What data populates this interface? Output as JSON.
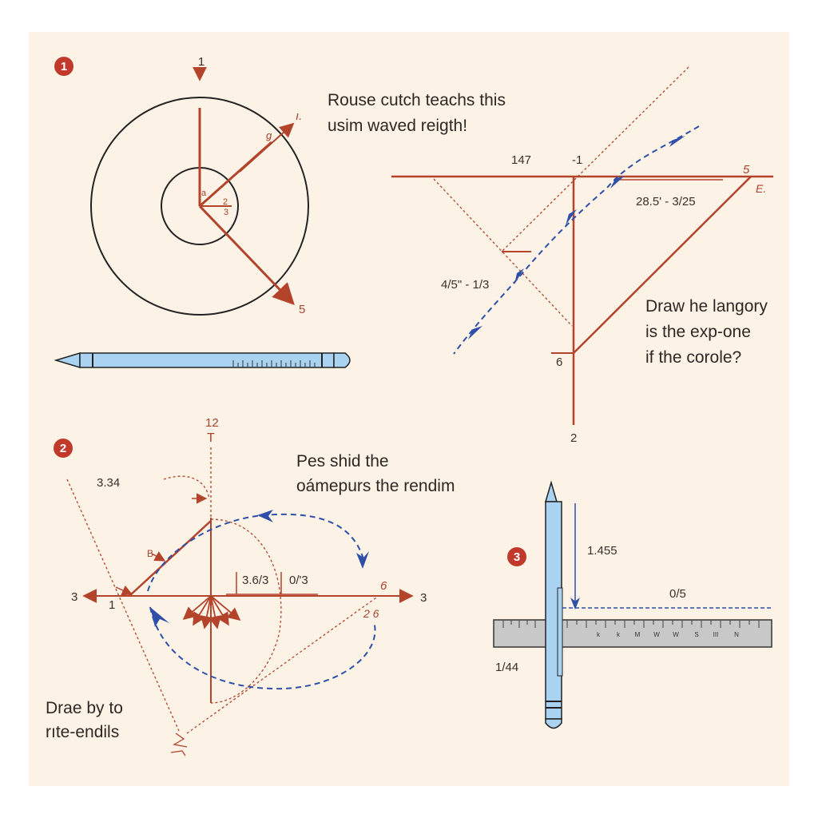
{
  "panels": {
    "p1": {
      "badge": "1",
      "caption": [
        "Rouse cutch teachs this",
        "usim waved reigth!"
      ],
      "labels": {
        "top": "1",
        "arrow_tip": "ı.",
        "mid": "g",
        "inner_a": "a",
        "inner_b": "2",
        "inner_c": "3",
        "bottom": "5"
      }
    },
    "p1b": {
      "labels": {
        "l147": "147",
        "lm1": "-1",
        "l5": "5",
        "lE": "E.",
        "frac": "28.5' - 3/25",
        "left": "4/5\" - 1/3",
        "l6": "6",
        "l2": "2"
      },
      "caption": [
        "Draw he langory",
        "is the exp-one",
        "if the corole?"
      ]
    },
    "p2": {
      "badge": "2",
      "labels": {
        "l12": "12",
        "lT": "T",
        "l334": "3.34",
        "lB": "B",
        "l3left": "3",
        "l1": "1",
        "l36": "3.6/3",
        "l03": "0/'3",
        "l6": "6",
        "l26": "2 6",
        "l3right": "3"
      },
      "caption": [
        "Pes shid the",
        "oámepurs the rendim"
      ],
      "bottom_caption": [
        "Drae by to",
        "rıte-endils"
      ]
    },
    "p3": {
      "badge": "3",
      "labels": {
        "l1455": "1.455",
        "l05": "0/5",
        "l144": "1/44"
      },
      "ruler_ticks": [
        "k",
        "k",
        "M",
        "W",
        "W",
        "S",
        "III",
        "N"
      ]
    }
  },
  "colors": {
    "red": "#b3432b",
    "blue": "#2f4fa8",
    "pencil": "#a9d3f0",
    "paper": "#fcf3e6",
    "badge": "#c0392b"
  }
}
